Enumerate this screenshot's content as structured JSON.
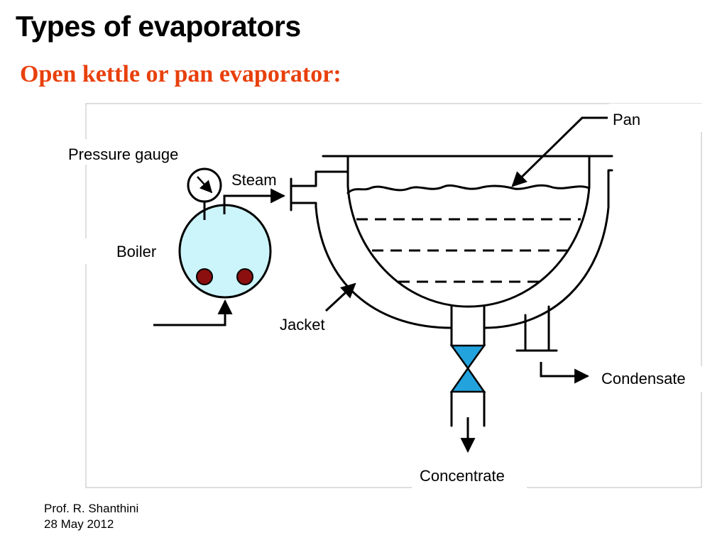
{
  "slide": {
    "title": "Types of evaporators",
    "subtitle": "Open kettle or pan evaporator:"
  },
  "diagram": {
    "labels": {
      "pan": "Pan",
      "pressure_gauge": "Pressure gauge",
      "steam": "Steam",
      "boiler": "Boiler",
      "jacket": "Jacket",
      "condensate": "Condensate",
      "concentrate": "Concentrate"
    }
  },
  "footer": {
    "author": "Prof. R. Shanthini",
    "date": "28 May 2012"
  },
  "colors": {
    "subtitle": "#e8400c",
    "boiler_fill": "#ccf5fb",
    "burner_fill": "#8b0f0f",
    "valve_fill": "#22a3de",
    "line": "#000000",
    "frame": "#bdbdbd"
  }
}
